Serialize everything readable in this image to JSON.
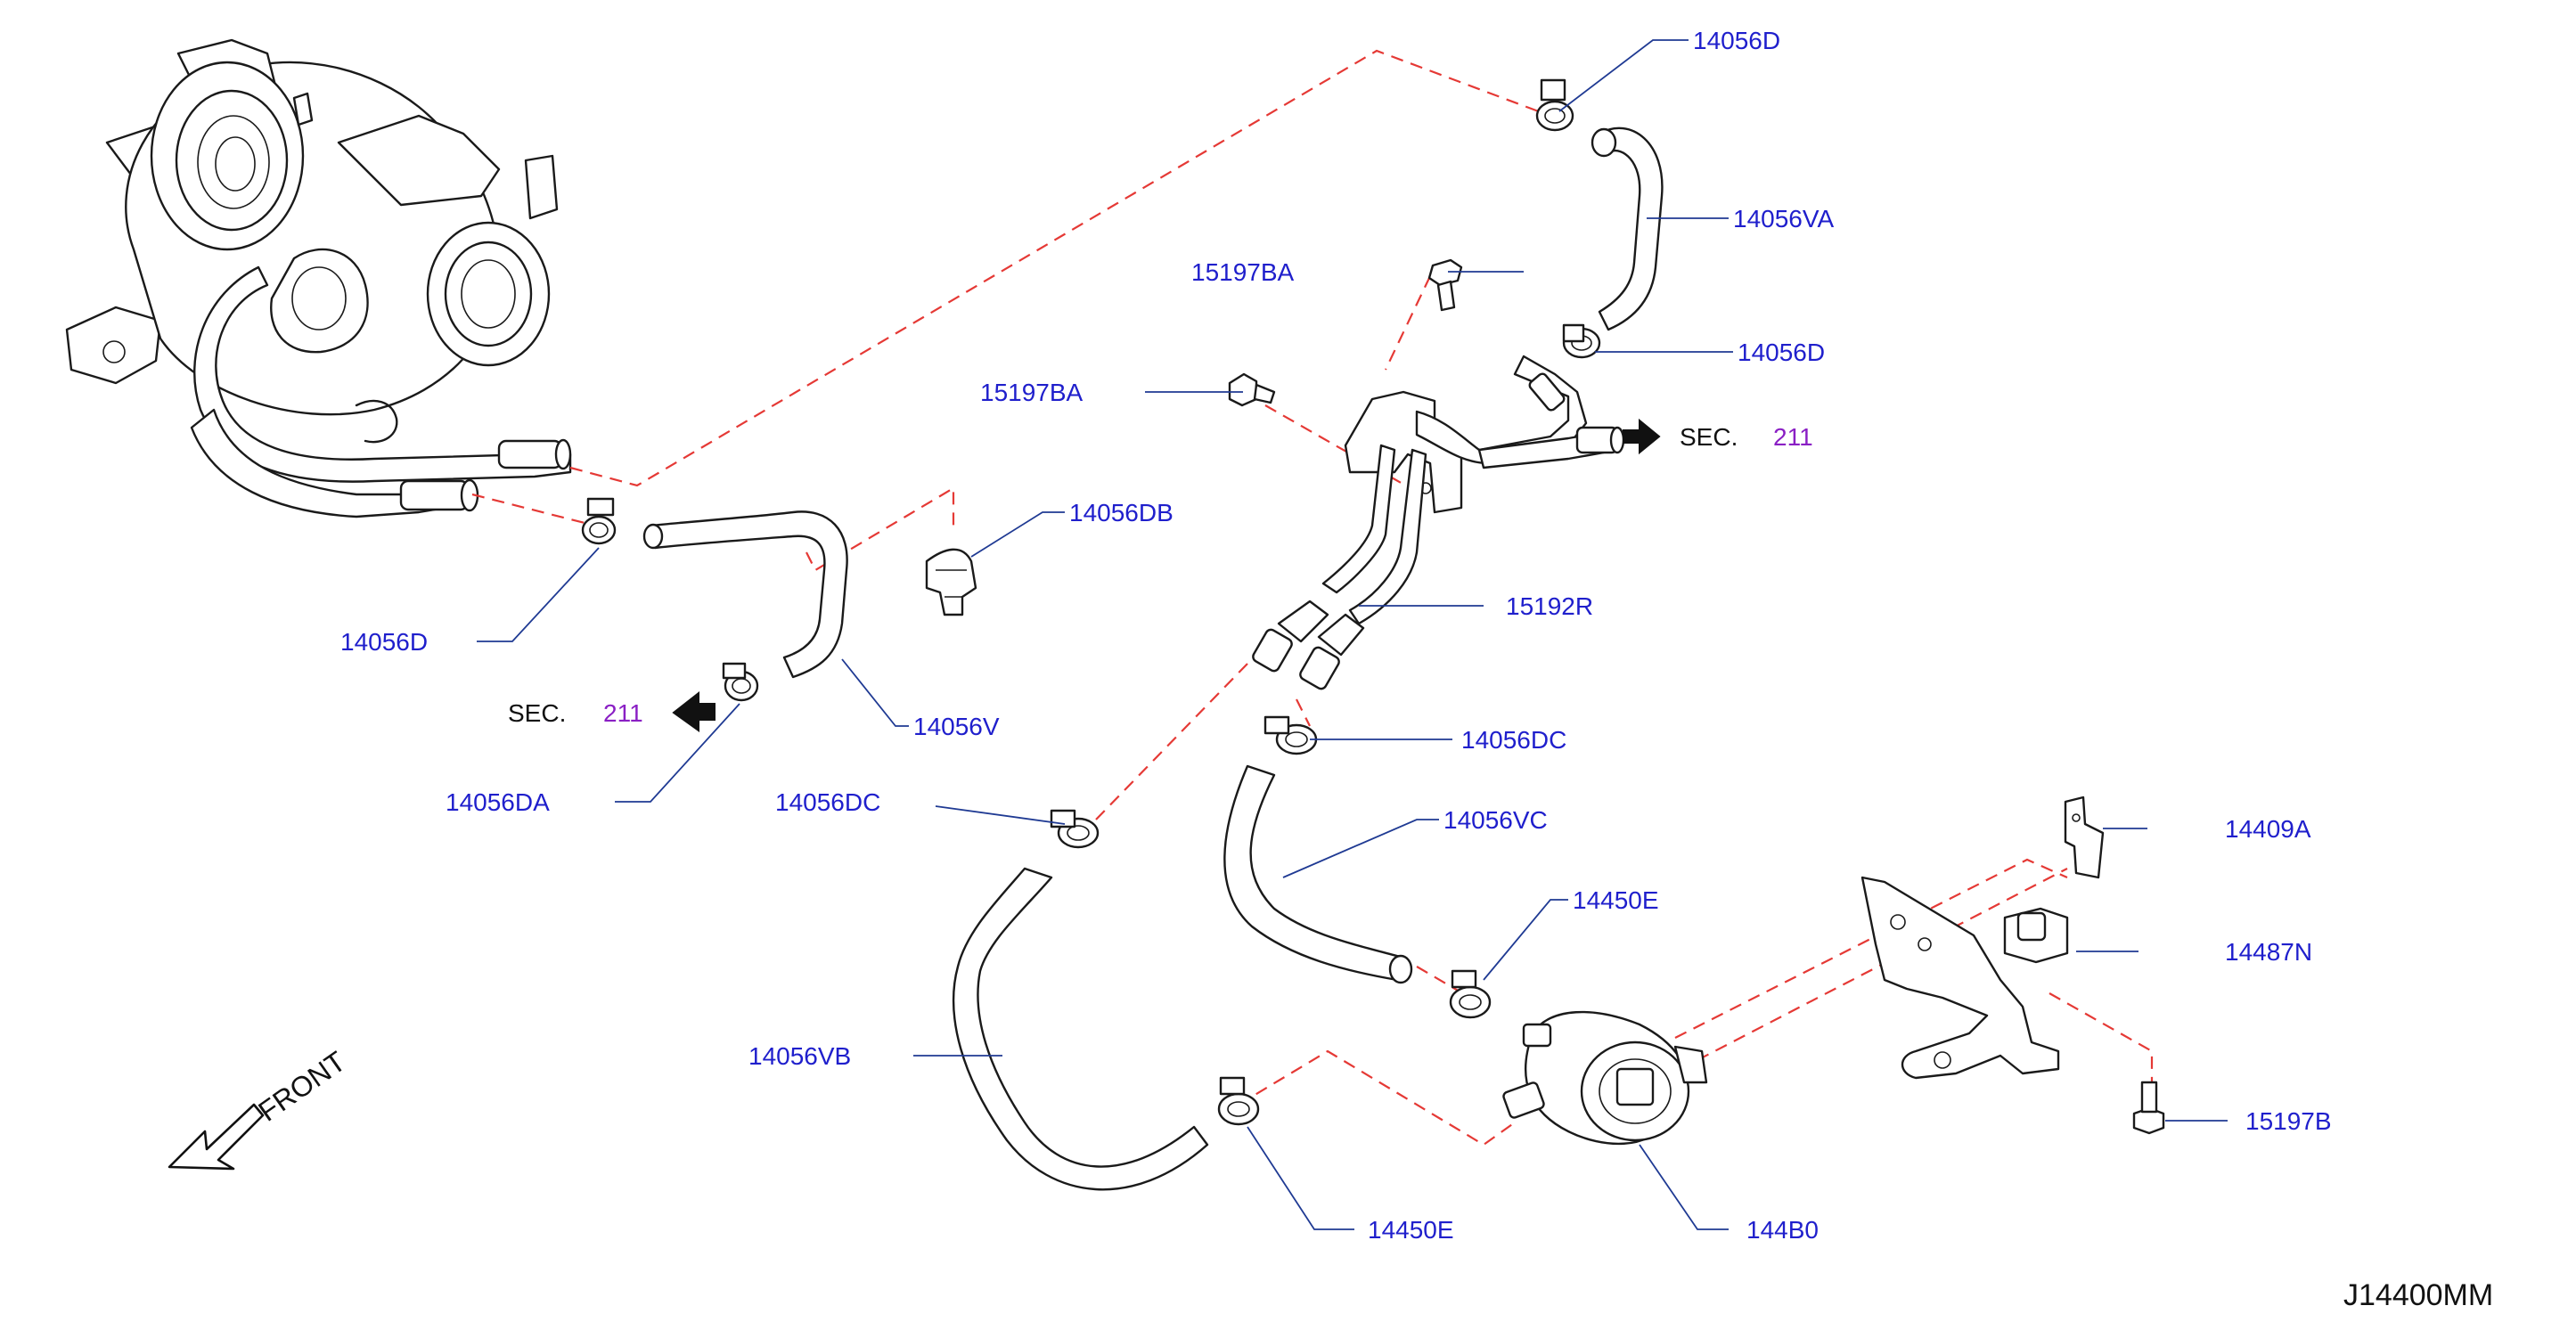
{
  "parts": {
    "p14056D_top": "14056D",
    "p14056VA": "14056VA",
    "p14056D_mid": "14056D",
    "p15197BA_top": "15197BA",
    "p15197BA_left": "15197BA",
    "p14056DB": "14056DB",
    "p15192R": "15192R",
    "p14056D_left": "14056D",
    "p14056V": "14056V",
    "p14056DA": "14056DA",
    "p14056DC_right": "14056DC",
    "p14056DC_left": "14056DC",
    "p14056VC": "14056VC",
    "p14450E_top": "14450E",
    "p14409A": "14409A",
    "p14487N": "14487N",
    "p14056VB": "14056VB",
    "p15197B": "15197B",
    "p14450E_bottom": "14450E",
    "p144B0": "144B0"
  },
  "sections": {
    "right": {
      "label": "SEC.",
      "number": "211"
    },
    "left": {
      "label": "SEC.",
      "number": "211"
    }
  },
  "front_label": "FRONT",
  "diagram_code": "J14400MM",
  "colors": {
    "part_label": "#1f1fcc",
    "leader": "#1f3a93",
    "connection_dash": "#e53935",
    "section_number": "#8a1fc4"
  }
}
